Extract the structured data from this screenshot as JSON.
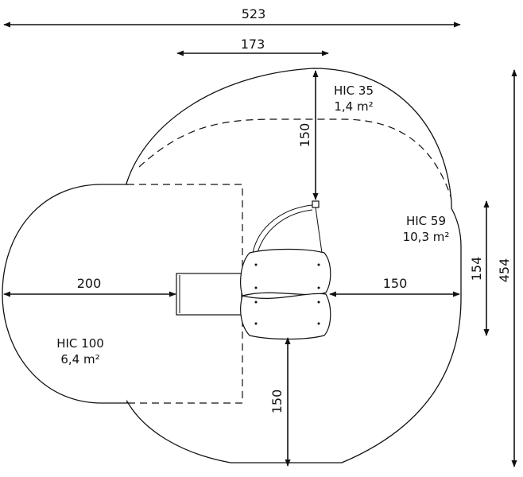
{
  "dimensions": {
    "overall_width": "523",
    "top_width": "173",
    "top_depth": "150",
    "left_depth": "200",
    "right_depth": "150",
    "bottom_depth": "150",
    "inner_height": "154",
    "overall_height": "454"
  },
  "zones": {
    "top": {
      "hic": "HIC 35",
      "area": "1,4 m²"
    },
    "right": {
      "hic": "HIC 59",
      "area": "10,3 m²"
    },
    "left": {
      "hic": "HIC 100",
      "area": "6,4 m²"
    }
  },
  "colors": {
    "line": "#111111",
    "background": "#ffffff"
  }
}
